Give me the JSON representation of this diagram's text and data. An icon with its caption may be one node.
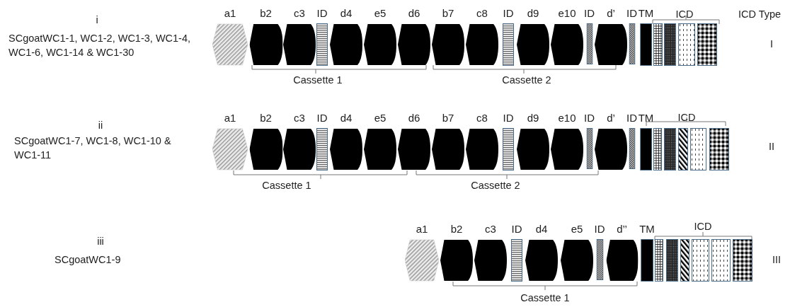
{
  "diagram": {
    "nodes": [
      {
        "text": [
          "a1"
        ]
      },
      {
        "text": [
          "b2"
        ]
      },
      {
        "text": [
          "c3"
        ]
      },
      {
        "text": [
          "ID"
        ]
      },
      {
        "text": [
          "d4"
        ]
      },
      {
        "text": [
          "e5"
        ]
      },
      {
        "text": [
          "d6"
        ]
      },
      {
        "text": [
          "b7"
        ]
      },
      {
        "text": [
          "c8"
        ]
      },
      {
        "text": [
          "ID"
        ]
      },
      {
        "text": [
          "d9"
        ]
      },
      {
        "text": [
          "e10"
        ]
      },
      {
        "text": [
          "ID"
        ]
      },
      {
        "text": [
          "d’"
        ]
      },
      {
        "text": [
          "ID"
        ]
      },
      {
        "text": [
          "TM"
        ]
      },
      {
        "text": [],
        "shape": "box"
      },
      {
        "text": [],
        "shape": "box"
      },
      {
        "text": [],
        "shape": "box"
      },
      {
        "text": [],
        "shape": "box"
      },
      {
        "text": [
          "a1"
        ]
      },
      {
        "text": [
          "b2"
        ]
      },
      {
        "text": [
          "c3"
        ]
      },
      {
        "text": [
          "ID"
        ]
      },
      {
        "text": [
          "d4"
        ]
      },
      {
        "text": [
          "e5"
        ]
      },
      {
        "text": [
          "d6"
        ]
      },
      {
        "text": [
          "b7"
        ]
      },
      {
        "text": [
          "c8"
        ]
      },
      {
        "text": [
          "ID"
        ]
      },
      {
        "text": [
          "d9"
        ]
      },
      {
        "text": [
          "e10"
        ]
      },
      {
        "text": [
          "ID"
        ]
      },
      {
        "text": [
          "d’"
        ]
      },
      {
        "text": [
          "ID"
        ]
      },
      {
        "text": [
          "TM"
        ]
      },
      {
        "text": [],
        "shape": "box"
      },
      {
        "text": [],
        "shape": "box"
      },
      {
        "text": [],
        "shape": "box"
      },
      {
        "text": [],
        "shape": "box"
      },
      {
        "text": [],
        "shape": "box"
      },
      {
        "text": [
          "a1"
        ]
      },
      {
        "text": [
          "b2"
        ]
      },
      {
        "text": [
          "c3"
        ]
      },
      {
        "text": [
          "ID"
        ]
      },
      {
        "text": [
          "d4"
        ]
      },
      {
        "text": [
          "e5"
        ]
      },
      {
        "text": [
          "ID"
        ]
      },
      {
        "text": [
          "d’’"
        ]
      },
      {
        "text": [
          "TM"
        ]
      },
      {
        "text": [],
        "shape": "box"
      },
      {
        "text": [],
        "shape": "box"
      },
      {
        "text": [],
        "shape": "box"
      },
      {
        "text": [],
        "shape": "box"
      },
      {
        "text": [],
        "shape": "box"
      },
      {
        "text": [],
        "shape": "box"
      }
    ],
    "labels": [
      "i",
      "SCgoatWC1-1, WC1-2, WC1-3, WC1-4, WC1-6, WC1-14 & WC1-30",
      "ICD Type",
      "ICD",
      "I",
      "Cassette 1",
      "Cassette 2",
      "ii",
      "SCgoatWC1-7, WC1-8, WC1-10 & WC1-11",
      "ICD",
      "II",
      "Cassette 1",
      "Cassette 2",
      "iii",
      "SCgoatWC1-9",
      "ICD",
      "III",
      "Cassette 1"
    ]
  }
}
